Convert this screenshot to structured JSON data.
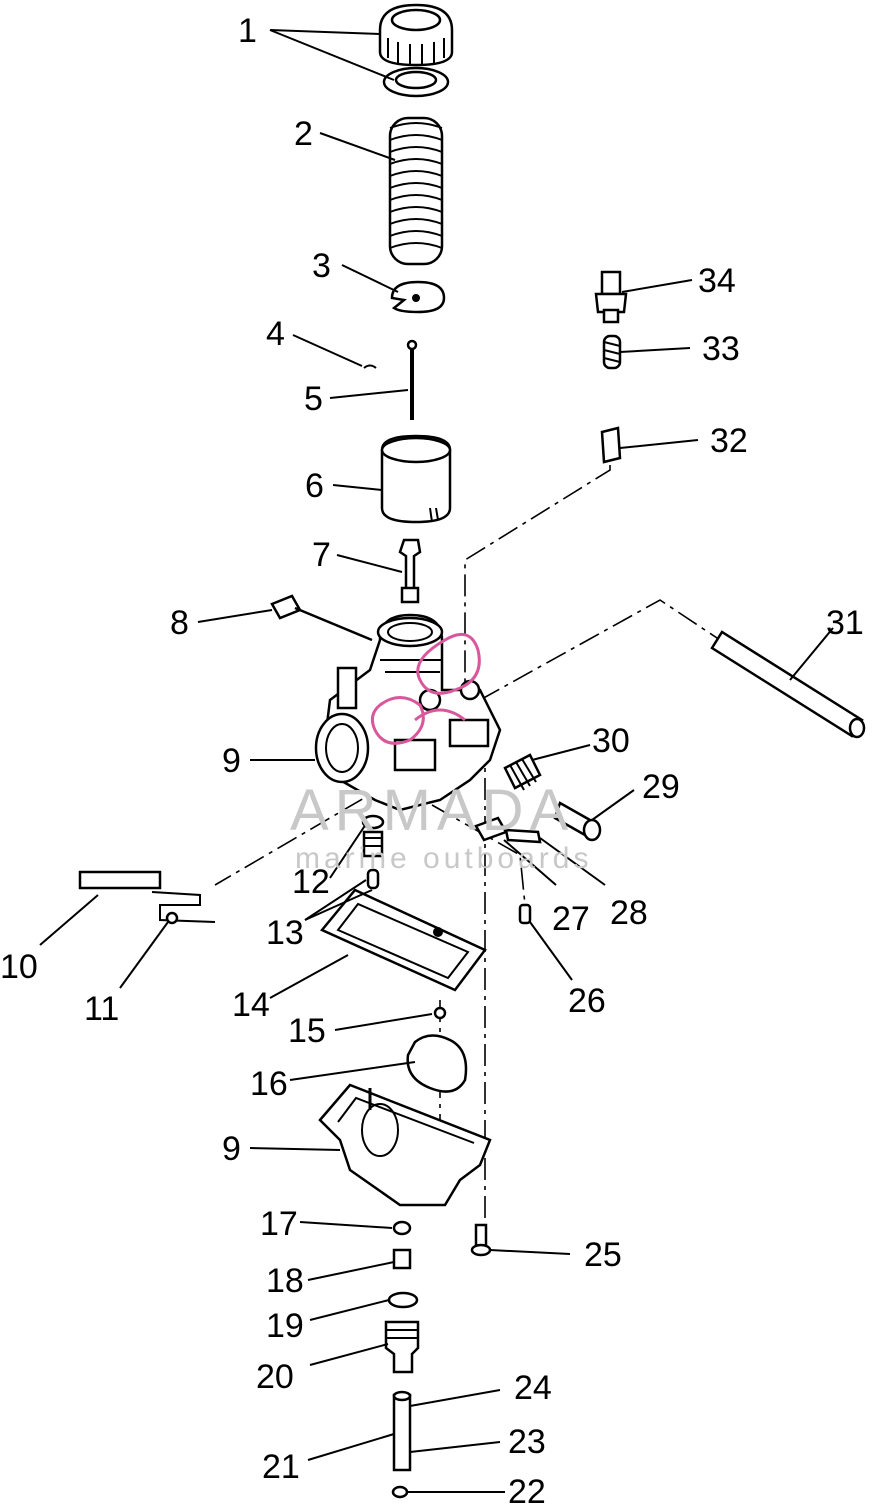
{
  "watermark": {
    "brand": "ARMADA",
    "tagline": "marine outboards",
    "logo_color": "#d9579b"
  },
  "callouts": [
    {
      "id": "c1",
      "text": "1"
    },
    {
      "id": "c2",
      "text": "2"
    },
    {
      "id": "c3",
      "text": "3"
    },
    {
      "id": "c4",
      "text": "4"
    },
    {
      "id": "c5",
      "text": "5"
    },
    {
      "id": "c6",
      "text": "6"
    },
    {
      "id": "c7",
      "text": "7"
    },
    {
      "id": "c8",
      "text": "8"
    },
    {
      "id": "c9a",
      "text": "9"
    },
    {
      "id": "c9b",
      "text": "9"
    },
    {
      "id": "c10",
      "text": "10"
    },
    {
      "id": "c11",
      "text": "11"
    },
    {
      "id": "c12",
      "text": "12"
    },
    {
      "id": "c13",
      "text": "13"
    },
    {
      "id": "c14",
      "text": "14"
    },
    {
      "id": "c15",
      "text": "15"
    },
    {
      "id": "c16",
      "text": "16"
    },
    {
      "id": "c17",
      "text": "17"
    },
    {
      "id": "c18",
      "text": "18"
    },
    {
      "id": "c19",
      "text": "19"
    },
    {
      "id": "c20",
      "text": "20"
    },
    {
      "id": "c21",
      "text": "21"
    },
    {
      "id": "c22",
      "text": "22"
    },
    {
      "id": "c23",
      "text": "23"
    },
    {
      "id": "c24",
      "text": "24"
    },
    {
      "id": "c25",
      "text": "25"
    },
    {
      "id": "c26",
      "text": "26"
    },
    {
      "id": "c27",
      "text": "27"
    },
    {
      "id": "c28",
      "text": "28"
    },
    {
      "id": "c29",
      "text": "29"
    },
    {
      "id": "c30",
      "text": "30"
    },
    {
      "id": "c31",
      "text": "31"
    },
    {
      "id": "c32",
      "text": "32"
    },
    {
      "id": "c33",
      "text": "33"
    },
    {
      "id": "c34",
      "text": "34"
    }
  ]
}
